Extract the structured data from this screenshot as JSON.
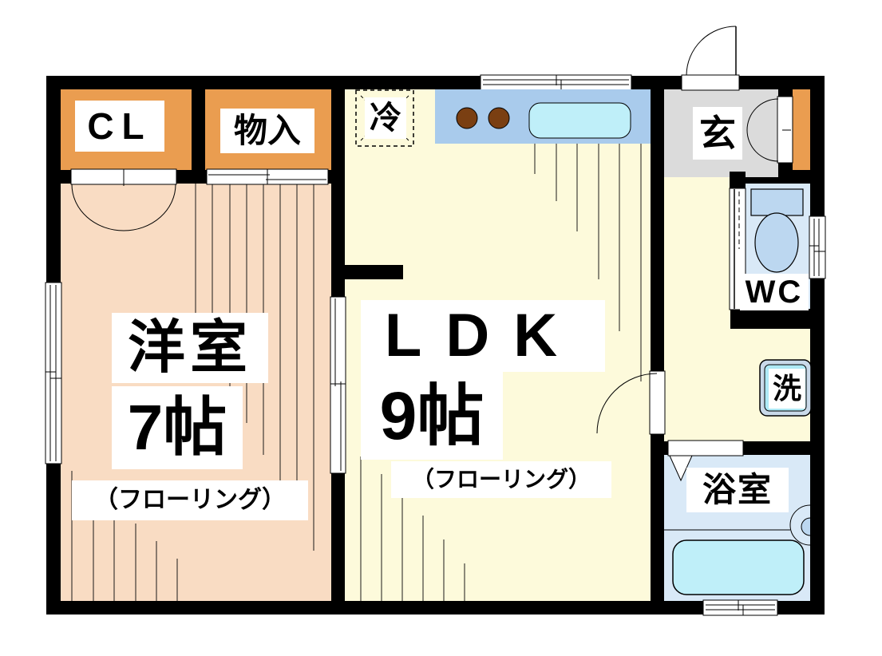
{
  "rooms": {
    "closet": {
      "label": "CL"
    },
    "storage": {
      "label": "物入"
    },
    "western": {
      "name": "洋室",
      "size": "7帖",
      "flooring_note": "（フローリング）"
    },
    "ldk": {
      "name": "LDK",
      "size": "9帖",
      "flooring_note": "（フローリング）"
    },
    "entrance": {
      "label": "玄"
    },
    "wc": {
      "label": "WC"
    },
    "bathroom": {
      "label": "浴室"
    }
  },
  "fixtures": {
    "refrigerator": {
      "label": "冷"
    },
    "washing_machine": {
      "label": "洗"
    }
  },
  "colors": {
    "wall": "#000000",
    "western_room_floor": "#F9DCC3",
    "ldk_floor": "#FDFADB",
    "closet_orange": "#EA9D50",
    "entrance_gray": "#DBDBDB",
    "wet_room_blue": "#D9E9F7",
    "fixture_blue": "#BCD7F0",
    "counter_blue": "#A9CBEC",
    "sink_cyan": "#BFEFF9",
    "burner_brown": "#7A3F12",
    "washer_frame": "#C9D9E9",
    "washer_cyan": "#AEE9F5",
    "line": "#000000"
  }
}
